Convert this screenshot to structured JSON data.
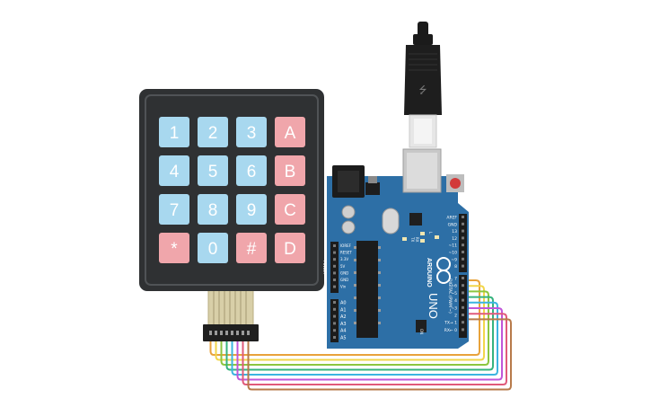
{
  "keypad": {
    "keys": [
      {
        "label": "1",
        "type": "digit"
      },
      {
        "label": "2",
        "type": "digit"
      },
      {
        "label": "3",
        "type": "digit"
      },
      {
        "label": "A",
        "type": "letter"
      },
      {
        "label": "4",
        "type": "digit"
      },
      {
        "label": "5",
        "type": "digit"
      },
      {
        "label": "6",
        "type": "digit"
      },
      {
        "label": "B",
        "type": "letter"
      },
      {
        "label": "7",
        "type": "digit"
      },
      {
        "label": "8",
        "type": "digit"
      },
      {
        "label": "9",
        "type": "digit"
      },
      {
        "label": "C",
        "type": "letter"
      },
      {
        "label": "*",
        "type": "symbol"
      },
      {
        "label": "0",
        "type": "digit"
      },
      {
        "label": "#",
        "type": "symbol"
      },
      {
        "label": "D",
        "type": "letter"
      }
    ]
  },
  "arduino": {
    "brand": "ARDUINO",
    "model": "UNO",
    "power_header_labels": [
      "IOREF",
      "RESET",
      "3.3V",
      "5V",
      "GND",
      "GND",
      "Vin"
    ],
    "analog_header_labels": [
      "A0",
      "A1",
      "A2",
      "A3",
      "A4",
      "A5"
    ],
    "digital_header_labels": [
      "AREF",
      "GND",
      "13",
      "12",
      "~11",
      "~10",
      "~9",
      "8",
      "7",
      "~6",
      "~5",
      "4",
      "~3",
      "2",
      "TX→ 1",
      "RX← 0"
    ],
    "digital_caption": "DIGITAL (PWM ~)",
    "power_caption": "POWER",
    "led_labels": [
      "TX",
      "RX",
      "L",
      "ON"
    ]
  },
  "colors": {
    "digit_key": "#a8d8ef",
    "letter_key": "#f0a6ab",
    "keypad_body": "#2f3133",
    "board": "#2d6fa6",
    "wires": [
      "#e8a23b",
      "#f2d64b",
      "#8cc63f",
      "#36b37e",
      "#3bb4e0",
      "#c056d9",
      "#e05a7a",
      "#b77a4a"
    ]
  }
}
